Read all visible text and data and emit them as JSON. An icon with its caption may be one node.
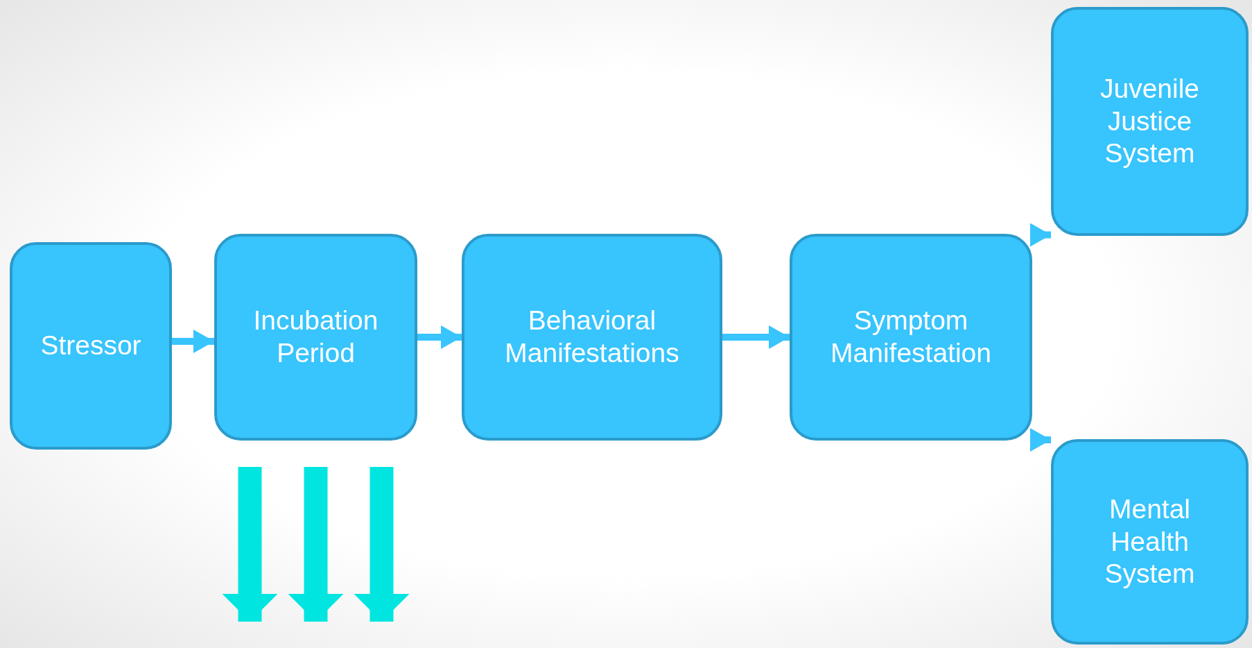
{
  "diagram": {
    "nodes": [
      {
        "text": [
          "Stressor"
        ]
      },
      {
        "text": [
          "Incubation Period"
        ]
      },
      {
        "text": [
          "Behavioral Manifestations"
        ]
      },
      {
        "text": [
          "Symptom Manifestation"
        ]
      },
      {
        "text": [
          "Juvenile Justice System"
        ]
      },
      {
        "text": [
          "Mental Health System"
        ]
      }
    ],
    "edges": [
      {
        "from": 0,
        "to": 1,
        "arrow": "to"
      },
      {
        "from": 1,
        "to": 2,
        "arrow": "to"
      },
      {
        "from": 2,
        "to": 3,
        "arrow": "to"
      },
      {
        "from": 3,
        "to": 4,
        "arrow": "to"
      },
      {
        "from": 3,
        "to": 5,
        "arrow": "to"
      },
      {
        "from": 1,
        "to": null,
        "arrow": "to",
        "style": "thick",
        "color": "#00e5e0"
      },
      {
        "from": 1,
        "to": null,
        "arrow": "to",
        "style": "thick",
        "color": "#00e5e0"
      },
      {
        "from": 1,
        "to": null,
        "arrow": "to",
        "style": "thick",
        "color": "#00e5e0"
      }
    ]
  }
}
